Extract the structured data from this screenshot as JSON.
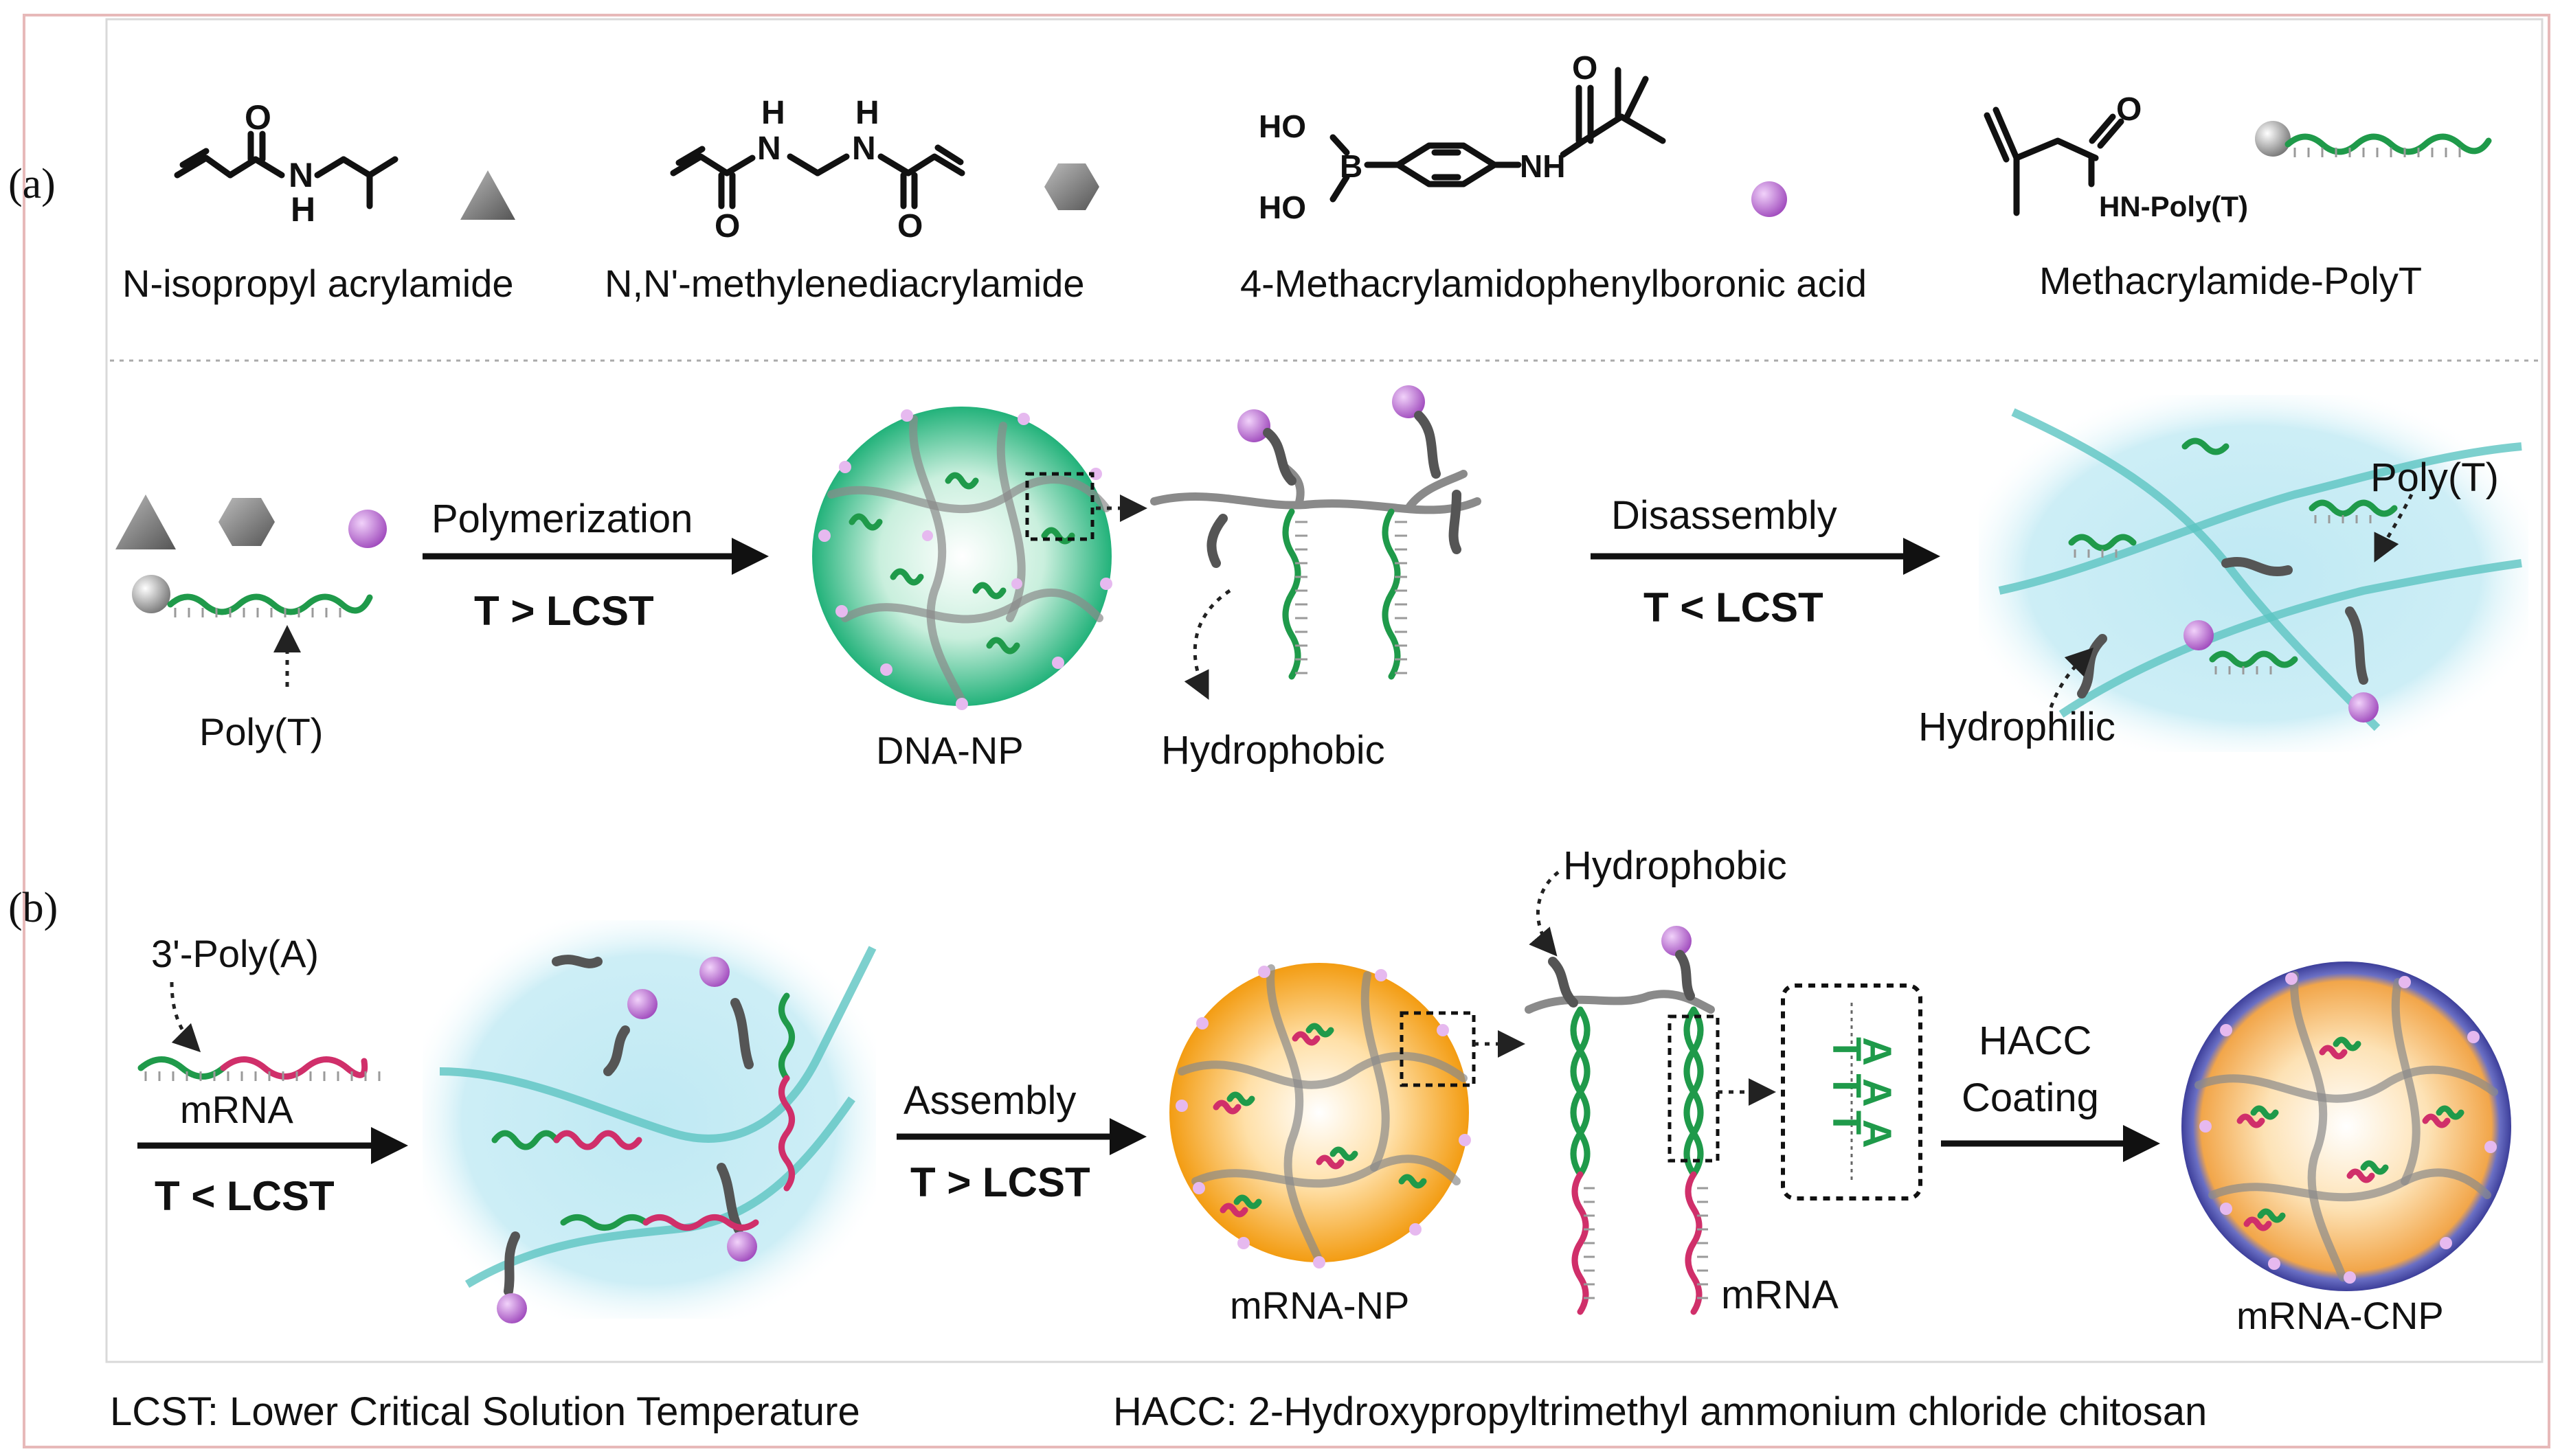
{
  "panels": {
    "a": "(a)",
    "b": "(b)"
  },
  "colors": {
    "poly_t_strand": "#1f9a4a",
    "mrna_strand": "#d02f6a",
    "boronic_bead": "#b25bc9",
    "dna_np_shell": "#2dbb84",
    "mrna_np_core": "#f5a623",
    "hacc_coat": "#5a5fb5",
    "solution": "#bfe9f3"
  },
  "icons": {
    "n_isopropyl_acrylamide": "triangle",
    "methylenediacrylamide": "hexagon",
    "boronic_acid": "purple-sphere",
    "polyt_anchor": "grey-sphere"
  },
  "monomers": [
    {
      "name": "N-isopropyl acrylamide"
    },
    {
      "name": "N,N'-methylenediacrylamide"
    },
    {
      "name": "4-Methacrylamidophenylboronic acid"
    },
    {
      "name": "Methacrylamide-PolyT"
    }
  ],
  "atoms": {
    "O": "O",
    "N": "N",
    "H": "H",
    "NH": "NH",
    "HO": "HO",
    "B": "B",
    "HN_polyt": "HN-Poly(T)"
  },
  "row_a": {
    "poly_t_label": "Poly(T)",
    "step1": {
      "top": "Polymerization",
      "bottom": "T > LCST"
    },
    "particle_label": "DNA-NP",
    "hydrophobic_label": "Hydrophobic",
    "step2": {
      "top": "Disassembly",
      "bottom": "T < LCST"
    },
    "poly_t_label_2": "Poly(T)",
    "hydrophilic_label": "Hydrophilic"
  },
  "row_b": {
    "polya_label": "3'-Poly(A)",
    "mrna_label": "mRNA",
    "step0": {
      "bottom": "T < LCST"
    },
    "step1": {
      "top": "Assembly",
      "bottom": "T > LCST"
    },
    "particle_label": "mRNA-NP",
    "hydrophobic_label": "Hydrophobic",
    "mrna_label_2": "mRNA",
    "base_pair": {
      "left": "TTT",
      "right": "AAA"
    },
    "step2": {
      "top": "HACC",
      "bottom": "Coating"
    },
    "coated_label": "mRNA-CNP"
  },
  "footnotes": {
    "lcst": "LCST: Lower Critical Solution Temperature",
    "hacc": "HACC: 2-Hydroxypropyltrimethyl ammonium chloride chitosan"
  }
}
